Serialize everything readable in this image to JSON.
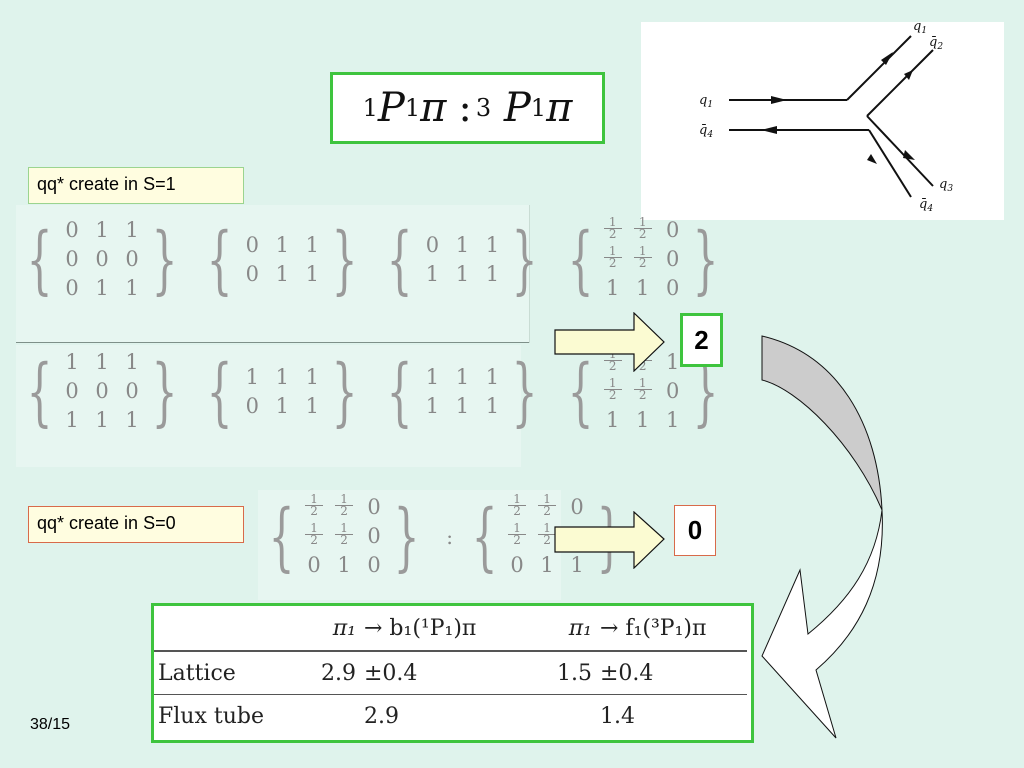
{
  "title_formula": {
    "a_sup": "1",
    "a_base": "P",
    "a_sub": "1",
    "a_meson": "π",
    "separator": ":",
    "b_sup": "3",
    "b_base": "P",
    "b_sub": "1",
    "b_meson": "π"
  },
  "diagram": {
    "labels": {
      "q1_left": "q",
      "q1_left_sub": "1",
      "q4_left": "q̄",
      "q4_left_sub": "4",
      "q1_top": "q",
      "q1_top_sub": "1",
      "q2_top": "q̄",
      "q2_top_sub": "2",
      "q3_bottom": "q",
      "q3_bottom_sub": "3",
      "q4_bottom": "q̄",
      "q4_bottom_sub": "4"
    }
  },
  "labels": {
    "s1": "qq* create in S=1",
    "s0": "qq* create in S=0"
  },
  "matrices": {
    "panel_a": [
      [
        [
          "0",
          "1",
          "1"
        ],
        [
          "0",
          "0",
          "0"
        ],
        [
          "0",
          "1",
          "1"
        ]
      ],
      [
        [
          "0",
          "1",
          "1"
        ],
        [
          "0",
          "1",
          "1"
        ]
      ],
      [
        [
          "0",
          "1",
          "1"
        ],
        [
          "1",
          "1",
          "1"
        ]
      ],
      [
        [
          "1/2",
          "1/2",
          "0"
        ],
        [
          "1/2",
          "1/2",
          "0"
        ],
        [
          "1",
          "1",
          "0"
        ]
      ]
    ],
    "panel_b": [
      [
        [
          "1",
          "1",
          "1"
        ],
        [
          "0",
          "0",
          "0"
        ],
        [
          "1",
          "1",
          "1"
        ]
      ],
      [
        [
          "1",
          "1",
          "1"
        ],
        [
          "0",
          "1",
          "1"
        ]
      ],
      [
        [
          "1",
          "1",
          "1"
        ],
        [
          "1",
          "1",
          "1"
        ]
      ],
      [
        [
          "1/2",
          "1/2",
          "1"
        ],
        [
          "1/2",
          "1/2",
          "0"
        ],
        [
          "1",
          "1",
          "1"
        ]
      ]
    ],
    "panel_c": [
      [
        [
          "1/2",
          "1/2",
          "0"
        ],
        [
          "1/2",
          "1/2",
          "0"
        ],
        [
          "0",
          "1",
          "0"
        ]
      ],
      [
        [
          "1/2",
          "1/2",
          "0"
        ],
        [
          "1/2",
          "1/2",
          "0"
        ],
        [
          "0",
          "1",
          "1"
        ]
      ]
    ],
    "panel_c_separator": ":"
  },
  "results": {
    "s1_value": "2",
    "s0_value": "0"
  },
  "table": {
    "headers": [
      "",
      "π₁",
      "→ b₁(¹P₁)π",
      "π₁",
      "→ f₁(³P₁)π"
    ],
    "rows": [
      [
        "Lattice",
        "2.9",
        "±0.4",
        "1.5",
        "±0.4"
      ],
      [
        "Flux tube",
        "",
        "2.9",
        "",
        "1.4"
      ]
    ]
  },
  "page_number": "38/15",
  "colors": {
    "background": "#dff3ec",
    "green_border": "#3ec43e",
    "red_border": "#d86a4a",
    "arrow_fill": "#fbfbd2",
    "curved_arrow_fill": "#cccccc"
  }
}
